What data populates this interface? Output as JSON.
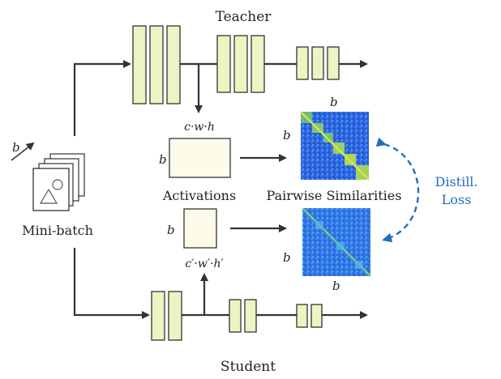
{
  "labels": {
    "teacher": "Teacher",
    "student": "Student",
    "minibatch": "Mini-batch",
    "activations": "Activations",
    "pairwise": "Pairwise Similarities",
    "distill_line1": "Distill.",
    "distill_line2": "Loss",
    "teacher_dims": "c·w·h",
    "student_dims": "c′·w′·h′",
    "b": "b"
  },
  "colors": {
    "layer_fill": "#eef3c4",
    "layer_stroke": "#333333",
    "activation_fill": "#fffbea",
    "arrow": "#333333",
    "distill": "#1f6fbf",
    "heatmap_bg": "#2f63e0",
    "heatmap_diag": "#b8e04a"
  },
  "icons": {
    "minibatch": "image-stack-icon",
    "batch_arrow": "diagonal-arrow-icon"
  }
}
